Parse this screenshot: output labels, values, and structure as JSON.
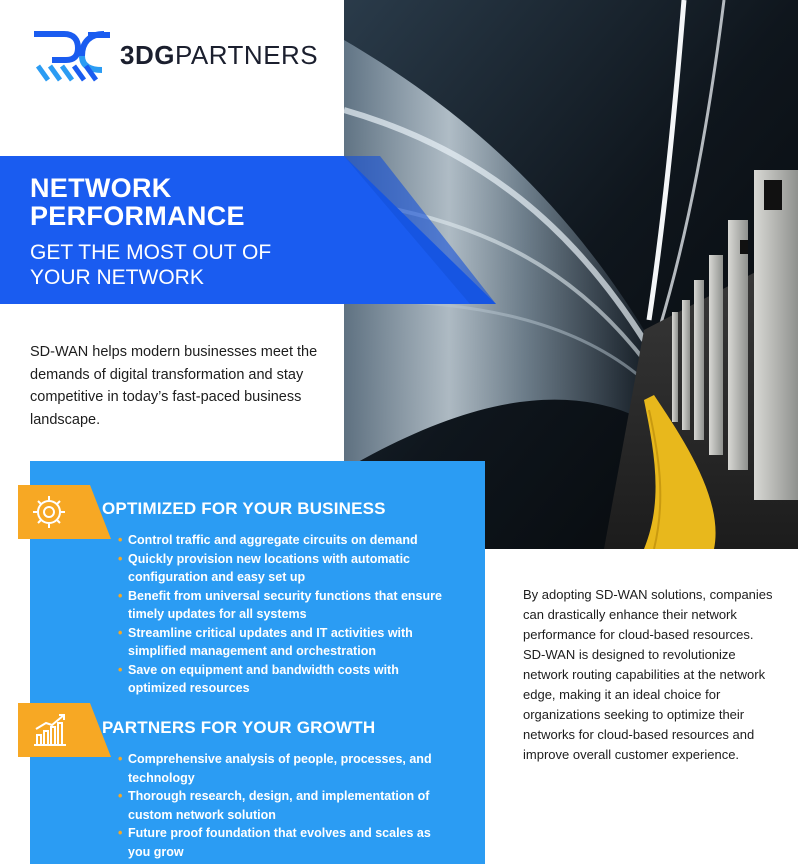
{
  "brand": {
    "name_bold": "3DG",
    "name_regular": "PARTNERS",
    "colors": {
      "blue": "#1a5cf0",
      "light_blue": "#2b9cf3",
      "orange": "#f7a824",
      "navy": "#1b1f2e"
    }
  },
  "hero": {
    "title_line1": "NETWORK",
    "title_line2": "PERFORMANCE",
    "subtitle_line1": "GET THE MOST OUT OF",
    "subtitle_line2": "YOUR NETWORK"
  },
  "intro": "SD-WAN helps modern businesses meet the demands of digital transformation and stay competitive in today’s fast-paced business landscape.",
  "sections": [
    {
      "heading": "OPTIMIZED FOR YOUR BUSINESS",
      "icon": "gear-icon",
      "bullets": [
        "Control traffic and aggregate circuits on demand",
        "Quickly provision new locations with automatic configuration and easy set up",
        "Benefit from universal security functions that ensure timely updates for all systems",
        "Streamline critical updates and IT activities with simplified management and orchestration",
        "Save on equipment and bandwidth costs with optimized resources"
      ]
    },
    {
      "heading": "PARTNERS FOR YOUR GROWTH",
      "icon": "growth-chart-icon",
      "bullets": [
        "Comprehensive analysis of people, processes, and technology",
        "Thorough research, design, and implementation of custom network solution",
        "Future proof foundation that evolves and scales as you grow"
      ]
    }
  ],
  "body_text": "By adopting SD-WAN solutions, companies can drastically enhance their network performance for cloud-based resources. SD-WAN is designed to revolutionize network routing capabilities at the network edge, making it an ideal choice for organizations seeking to optimize their networks for cloud-based resources and improve overall customer experience."
}
